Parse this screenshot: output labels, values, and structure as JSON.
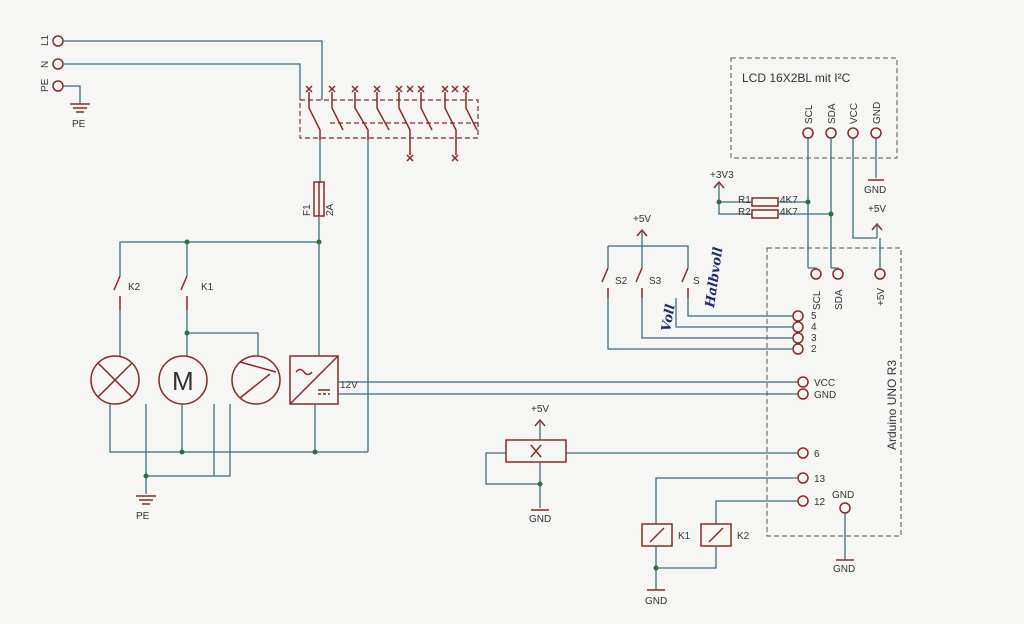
{
  "mains": {
    "l1": "L1",
    "n": "N",
    "pe": "PE",
    "pe_ground_label": "PE"
  },
  "fuse": {
    "name": "F1",
    "rating": "2A"
  },
  "switches": {
    "k2": "K2",
    "k1": "K1"
  },
  "loads": {
    "motor": "M"
  },
  "psu": {
    "output": "12V"
  },
  "lcd": {
    "title": "LCD 16X2BL mit I²C",
    "pins": [
      "SCL",
      "SDA",
      "VCC",
      "GND"
    ],
    "gnd_label": "GND"
  },
  "i2c_pullups": {
    "supply": "+3V3",
    "r1": "R1",
    "r2": "R2",
    "r1_value": "4K7",
    "r2_value": "4K7"
  },
  "lcd_supply": "+5V",
  "arduino": {
    "title": "Arduino UNO R3",
    "top_pins": [
      "SCL",
      "SDA",
      "+5V"
    ],
    "pins": [
      "5",
      "4",
      "3",
      "2"
    ],
    "power_pins": [
      "VCC",
      "GND"
    ],
    "pin6": "6",
    "pin13": "13",
    "pin12": "12",
    "gnd_label": "GND",
    "gnd_symbol": "GND"
  },
  "buttons": {
    "supply": "+5V",
    "s2": "S2",
    "s3": "S3",
    "s1": "S",
    "hand_voll": "Voll",
    "hand_halbvoll": "Halbvoll"
  },
  "relay_driver": {
    "supply": "+5V",
    "gnd": "GND"
  },
  "relays": {
    "k1": "K1",
    "k2": "K2",
    "gnd": "GND"
  }
}
